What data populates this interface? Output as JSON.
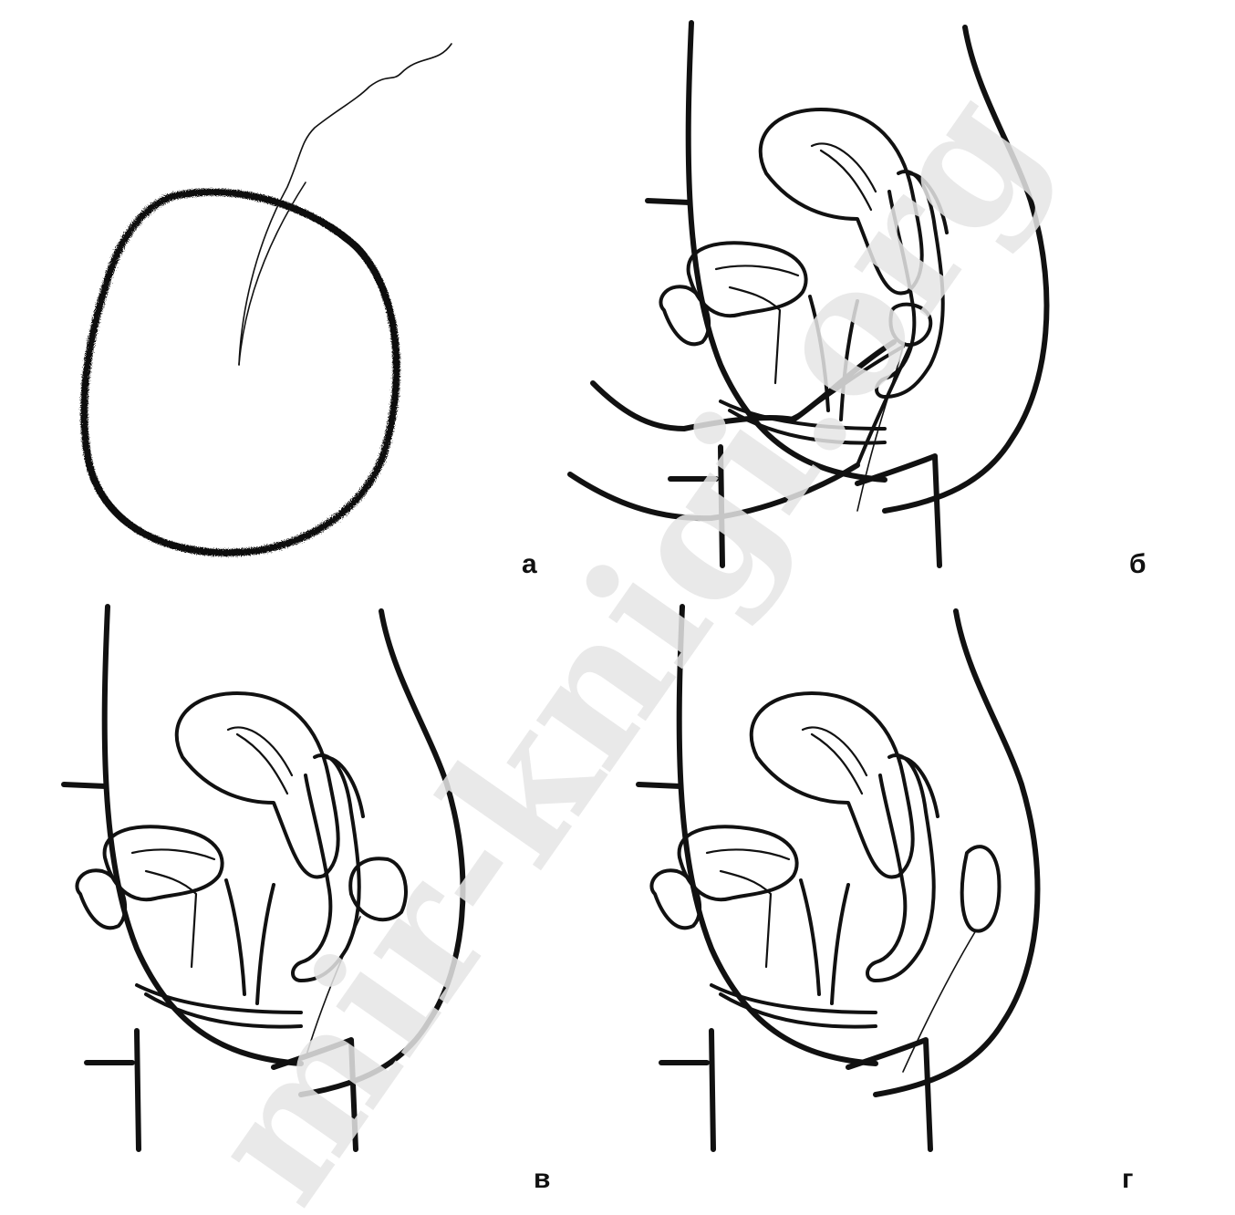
{
  "figure": {
    "panels": [
      {
        "label": "а",
        "content": "tampon-with-string"
      },
      {
        "label": "б",
        "content": "insertion-with-finger"
      },
      {
        "label": "в",
        "content": "tampon-at-cervix"
      },
      {
        "label": "г",
        "content": "tampon-absorbed"
      }
    ],
    "watermark": "mir-knigi.org",
    "colors": {
      "ink": "#111111",
      "background": "#ffffff",
      "watermark": "#e6e6e6"
    }
  }
}
